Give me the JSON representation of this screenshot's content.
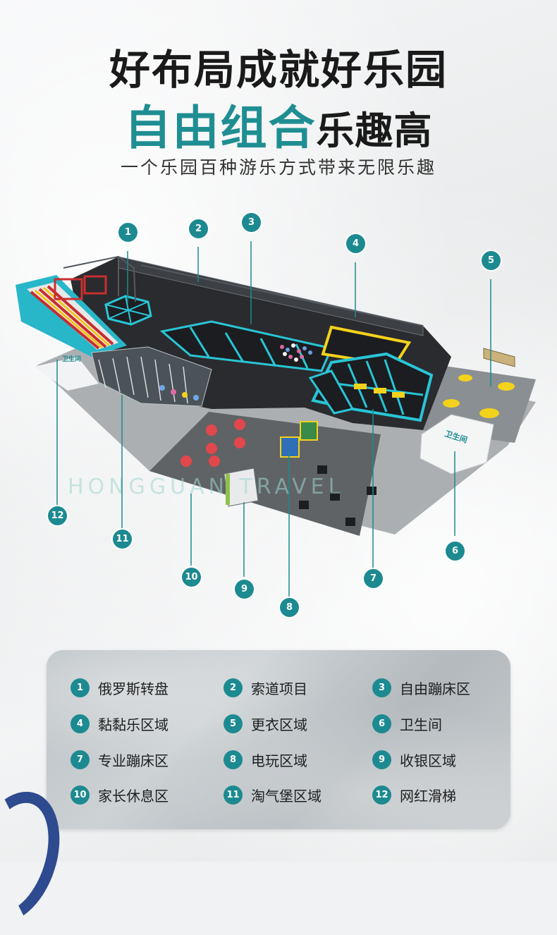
{
  "header": {
    "title_line1": "好布局成就好乐园",
    "title_line2_highlight": "自由组合",
    "title_line2_rest": "乐趣高",
    "subtitle": "一个乐园百种游乐方式带来无限乐趣"
  },
  "diagram": {
    "watermark_text": "HONGGUAN TRAVEL",
    "sign_restroom": "卫生间",
    "sign_entrance": "卫生间"
  },
  "callouts": [
    "1",
    "2",
    "3",
    "4",
    "5",
    "6",
    "7",
    "8",
    "9",
    "10",
    "11",
    "12"
  ],
  "legend": {
    "items": [
      {
        "num": "1",
        "label": "俄罗斯转盘"
      },
      {
        "num": "2",
        "label": "索道项目"
      },
      {
        "num": "3",
        "label": "自由蹦床区"
      },
      {
        "num": "4",
        "label": "黏黏乐区域"
      },
      {
        "num": "5",
        "label": "更衣区域"
      },
      {
        "num": "6",
        "label": "卫生间"
      },
      {
        "num": "7",
        "label": "专业蹦床区"
      },
      {
        "num": "8",
        "label": "电玩区域"
      },
      {
        "num": "9",
        "label": "收银区域"
      },
      {
        "num": "10",
        "label": "家长休息区"
      },
      {
        "num": "11",
        "label": "淘气堡区域"
      },
      {
        "num": "12",
        "label": "网红滑梯"
      }
    ]
  },
  "colors": {
    "teal": "#1c8a90",
    "cyan_frame": "#29c5d6",
    "yellow": "#f3d21c",
    "dark_floor": "#2a2b2e",
    "legend_bg": "#c3c8cb"
  }
}
